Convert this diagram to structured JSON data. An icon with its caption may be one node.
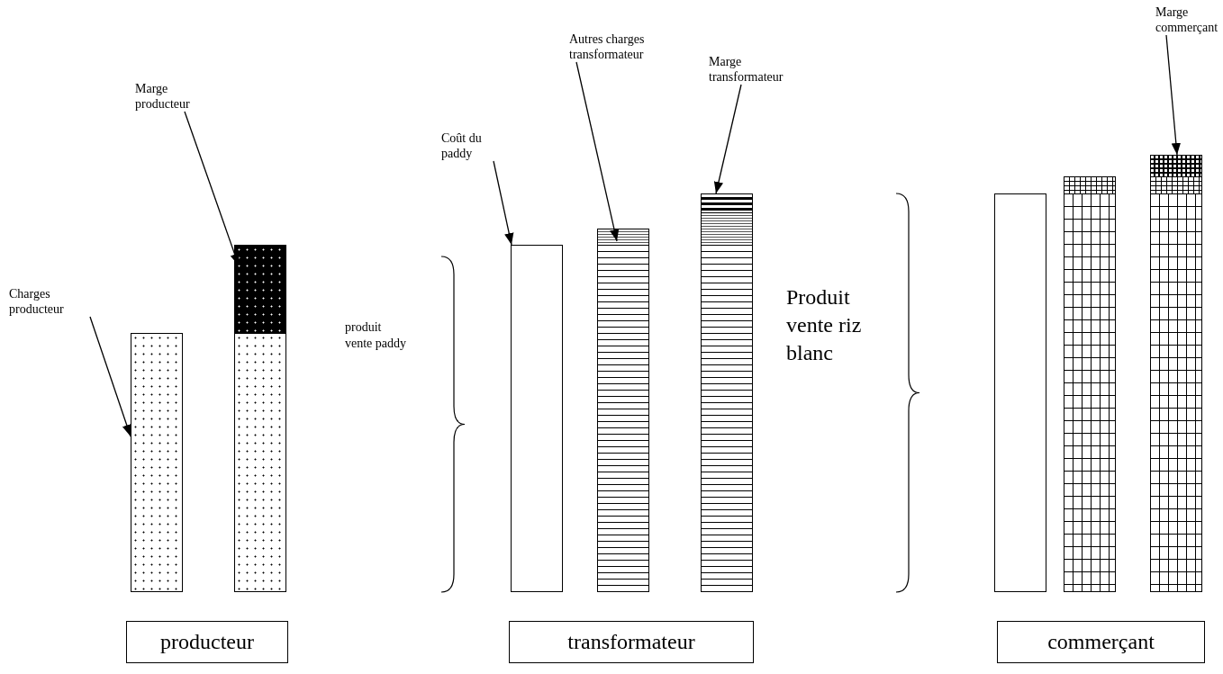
{
  "diagram": {
    "nodes": [
      {
        "text": [
          "Charges producteur"
        ]
      },
      {
        "text": [],
        "shape": "bar"
      },
      {
        "text": [
          "Marge producteur"
        ]
      },
      {
        "text": [],
        "shape": "bar"
      },
      {
        "text": [],
        "shape": "bar"
      },
      {
        "text": [
          "Coût du paddy"
        ]
      },
      {
        "text": [],
        "shape": "bar"
      },
      {
        "text": [
          "Autres charges transformateur"
        ]
      },
      {
        "text": [],
        "shape": "bar"
      },
      {
        "text": [],
        "shape": "bar"
      },
      {
        "text": [
          "Marge transformateur"
        ]
      },
      {
        "text": [],
        "shape": "bar"
      },
      {
        "text": [],
        "shape": "bar"
      },
      {
        "text": [],
        "shape": "bar"
      },
      {
        "text": [],
        "shape": "bar"
      },
      {
        "text": [],
        "shape": "bar"
      },
      {
        "text": [],
        "shape": "bar"
      },
      {
        "text": [
          "Marge commerçant"
        ]
      },
      {
        "text": [],
        "shape": "bar"
      },
      {
        "text": [],
        "shape": "bar"
      },
      {
        "text": [],
        "shape": "bar"
      },
      {
        "text": [
          "producteur"
        ]
      },
      {
        "text": [
          "transformateur"
        ]
      },
      {
        "text": [
          "commerçant"
        ]
      }
    ],
    "edges": [
      {
        "from": 0,
        "to": 1,
        "arrow": "to"
      },
      {
        "from": 2,
        "to": 3,
        "arrow": "to"
      },
      {
        "from": 5,
        "to": 6,
        "arrow": "to"
      },
      {
        "from": 7,
        "to": 8,
        "arrow": "to"
      },
      {
        "from": 10,
        "to": 11,
        "arrow": "to"
      },
      {
        "from": 17,
        "to": 18,
        "arrow": "to"
      }
    ],
    "labels": [
      "produit vente paddy",
      "Produit vente riz blanc"
    ]
  }
}
